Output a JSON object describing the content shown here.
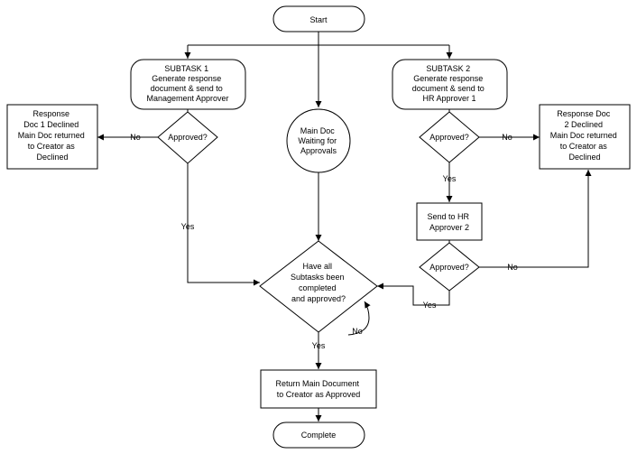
{
  "nodes": {
    "start": {
      "lines": [
        "Start"
      ]
    },
    "subtask1": {
      "lines": [
        "SUBTASK 1",
        "Generate response",
        "document & send to",
        "Management Approver"
      ]
    },
    "subtask2": {
      "lines": [
        "SUBTASK 2",
        "Generate response",
        "document & send to",
        "HR Approver 1"
      ]
    },
    "main_doc_waiting": {
      "lines": [
        "Main Doc",
        "Waiting for",
        "Approvals"
      ]
    },
    "approved1": {
      "lines": [
        "Approved?"
      ]
    },
    "approved2": {
      "lines": [
        "Approved?"
      ]
    },
    "approved3": {
      "lines": [
        "Approved?"
      ]
    },
    "response_doc1_declined": {
      "lines": [
        "Response",
        "Doc 1 Declined",
        "Main Doc returned",
        "to Creator as",
        "Declined"
      ]
    },
    "response_doc2_declined": {
      "lines": [
        "Response Doc",
        "2 Declined",
        "Main Doc returned",
        "to Creator as",
        "Declined"
      ]
    },
    "send_hr_approver2": {
      "lines": [
        "Send to HR",
        "Approver 2"
      ]
    },
    "all_subtasks_check": {
      "lines": [
        "Have all",
        "Subtasks been",
        "completed",
        "and approved?"
      ]
    },
    "return_main_doc": {
      "lines": [
        "Return Main Document",
        "to Creator as Approved"
      ]
    },
    "complete": {
      "lines": [
        "Complete"
      ]
    }
  },
  "edge_labels": {
    "no_1": "No",
    "yes_1": "Yes",
    "no_2": "No",
    "yes_2": "Yes",
    "no_3": "No",
    "yes_3": "Yes",
    "no_loop": "No",
    "yes_final": "Yes"
  }
}
